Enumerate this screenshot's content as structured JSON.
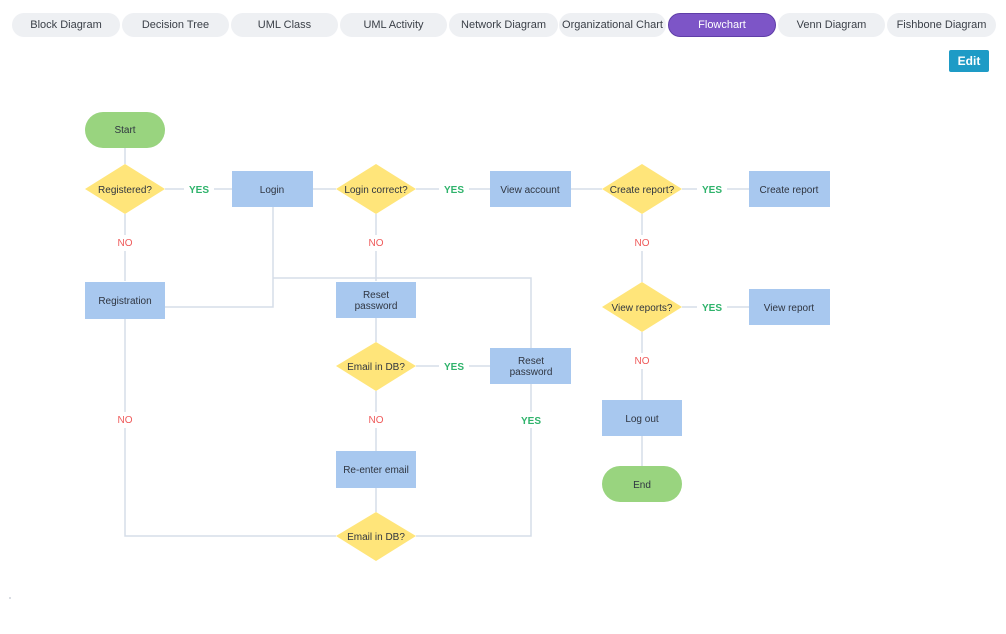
{
  "tabs": [
    {
      "label": "Block Diagram"
    },
    {
      "label": "Decision Tree"
    },
    {
      "label": "UML Class"
    },
    {
      "label": "UML Activity"
    },
    {
      "label": "Network Diagram"
    },
    {
      "label": "Organizational Chart"
    },
    {
      "label": "Flowchart"
    },
    {
      "label": "Venn Diagram"
    },
    {
      "label": "Fishbone Diagram"
    }
  ],
  "active_tab": "Flowchart",
  "toolbar": {
    "edit_label": "Edit"
  },
  "colors": {
    "terminal": "#99d47f",
    "decision": "#ffe57a",
    "process": "#a8c8ef",
    "connector": "#d5dde8",
    "yes": "#2fb36b",
    "no": "#ef5a5a",
    "accent": "#7d55c7",
    "edit_button": "#1e9bc6"
  },
  "flowchart": {
    "nodes": {
      "start": "Start",
      "registered": "Registered?",
      "login": "Login",
      "login_correct": "Login correct?",
      "view_account": "View account",
      "create_report_q": "Create report?",
      "create_report": "Create report",
      "registration": "Registration",
      "reset_password_1": [
        "Reset",
        "password"
      ],
      "view_reports_q": "View reports?",
      "view_report": "View report",
      "email_in_db_1": "Email in DB?",
      "reset_password_2": [
        "Reset",
        "password"
      ],
      "log_out": "Log out",
      "re_enter_email": "Re-enter email",
      "end": "End",
      "email_in_db_2": "Email in DB?"
    },
    "edge_labels": {
      "yes": "YES",
      "no": "NO"
    }
  }
}
